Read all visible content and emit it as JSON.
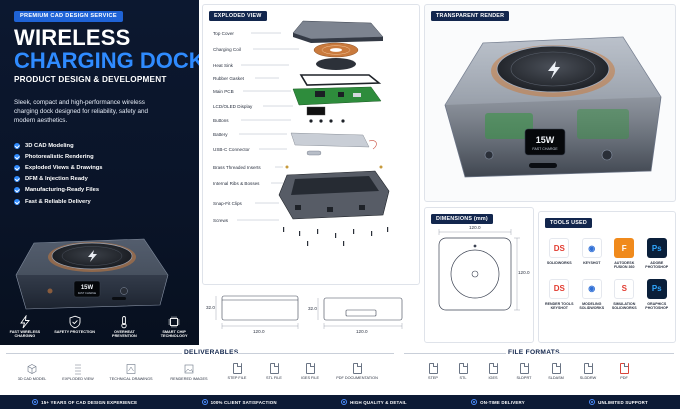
{
  "hero": {
    "badge": "PREMIUM CAD DESIGN SERVICE",
    "title_line1": "WIRELESS",
    "title_line2": "CHARGING DOCK",
    "subtitle": "PRODUCT DESIGN & DEVELOPMENT",
    "description": "Sleek, compact and high-performance wireless charging dock designed for reliability, safety and modern aesthetics.",
    "features": [
      "3D CAD Modeling",
      "Photorealistic Rendering",
      "Exploded Views & Drawings",
      "DFM & Injection Ready",
      "Manufacturing-Ready Files",
      "Fast & Reliable Delivery"
    ],
    "device_display": {
      "line1": "15W",
      "line2": "FAST CHARGE"
    },
    "icons": [
      {
        "icon": "lightning-icon",
        "label": "FAST WIRELESS CHARGING"
      },
      {
        "icon": "shield-icon",
        "label": "SAFETY PROTECTION"
      },
      {
        "icon": "thermometer-icon",
        "label": "OVERHEAT PREVENTION"
      },
      {
        "icon": "chip-icon",
        "label": "SMART CHIP TECHNOLOGY"
      }
    ]
  },
  "exploded": {
    "tag": "EXPLODED VIEW",
    "parts": [
      "Top Cover",
      "Charging Coil",
      "Heat Sink",
      "Rubber Gasket",
      "Main PCB",
      "LCD/OLED Display",
      "Buttons",
      "Battery",
      "USB-C Connector",
      "Brass Threaded Inserts",
      "Internal Ribs & Bosses",
      "Snap-Fit Clips",
      "Screws"
    ]
  },
  "render": {
    "tag": "TRANSPARENT RENDER",
    "display": {
      "line1": "15W",
      "line2": "FAST CHARGE"
    }
  },
  "dimensions": {
    "tag": "DIMENSIONS (mm)",
    "width": "120.0",
    "depth": "120.0"
  },
  "orthographic": {
    "front_height": "32.0",
    "front_width": "120.0",
    "side_height": "32.0",
    "side_width": "120.0"
  },
  "tools": {
    "tag": "TOOLS USED",
    "items": [
      {
        "icon": "solidworks-icon",
        "glyph": "DS",
        "color": "#e23a2f",
        "label": "SOLIDWORKS"
      },
      {
        "icon": "keyshot-icon",
        "glyph": "◉",
        "color": "#2f6fd6",
        "label": "KEYSHOT"
      },
      {
        "icon": "fusion-icon",
        "glyph": "F",
        "color": "#f08a1c",
        "label": "AUTODESK FUSION 360"
      },
      {
        "icon": "photoshop-icon",
        "glyph": "Ps",
        "color": "#0a1f3a",
        "label": "ADOBE PHOTOSHOP"
      },
      {
        "icon": "render-tools-icon",
        "glyph": "DS",
        "color": "#e23a2f",
        "label": "RENDER TOOLS KEYSHOT"
      },
      {
        "icon": "modeling-icon",
        "glyph": "◉",
        "color": "#2f6fd6",
        "label": "MODELING SOLIDWORKS"
      },
      {
        "icon": "simulation-icon",
        "glyph": "S",
        "color": "#e23a2f",
        "label": "SIMULATION SOLIDWORKS"
      },
      {
        "icon": "graphics-icon",
        "glyph": "Ps",
        "color": "#0a1f3a",
        "label": "GRAPHICS PHOTOSHOP"
      }
    ]
  },
  "deliverables": {
    "title": "DELIVERABLES",
    "items": [
      {
        "icon": "cube-icon",
        "label": "3D CAD MODEL"
      },
      {
        "icon": "exploded-icon",
        "label": "EXPLODED VIEW"
      },
      {
        "icon": "drawing-icon",
        "label": "TECHNICAL DRAWINGS"
      },
      {
        "icon": "image-icon",
        "label": "RENDERED IMAGES"
      },
      {
        "icon": "step-file-icon",
        "label": "STEP FILE"
      },
      {
        "icon": "stl-file-icon",
        "label": "STL FILE"
      },
      {
        "icon": "iges-file-icon",
        "label": "IGES FILE"
      },
      {
        "icon": "pdf-doc-icon",
        "label": "PDF DOCUMENTATION"
      }
    ]
  },
  "file_formats": {
    "title": "FILE FORMATS",
    "items": [
      "STEP",
      "STL",
      "IGES",
      "SLDPRT",
      "SLDASM",
      "SLDDRW",
      "PDF"
    ]
  },
  "footer": [
    "15+ YEARS OF CAD DESIGN EXPERIENCE",
    "100% CLIENT SATISFACTION",
    "HIGH QUALITY & DETAIL",
    "ON-TIME DELIVERY",
    "UNLIMITED SUPPORT"
  ],
  "colors": {
    "navy": "#0c1830",
    "accent": "#2f8bff",
    "coil": "#c97a3d"
  }
}
